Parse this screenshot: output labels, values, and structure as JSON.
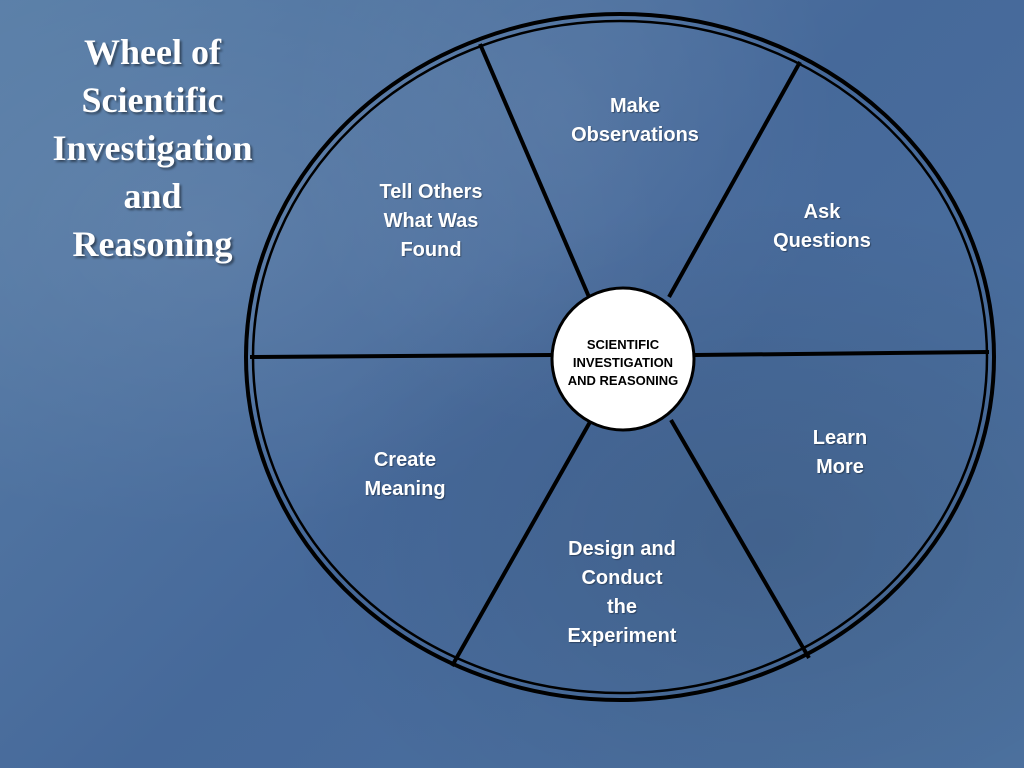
{
  "title": "Wheel of\nScientific\nInvestigation\nand\nReasoning",
  "hub": {
    "label": "SCIENTIFIC\nINVESTIGATION\nAND REASONING"
  },
  "segments": [
    {
      "label": "Make\nObservations"
    },
    {
      "label": "Ask\nQuestions"
    },
    {
      "label": "Learn\nMore"
    },
    {
      "label": "Design and\nConduct\nthe\nExperiment"
    },
    {
      "label": "Create\nMeaning"
    },
    {
      "label": "Tell Others\nWhat Was\nFound"
    }
  ],
  "colors": {
    "background": "#4a6f9a",
    "wheel_stroke": "#000000",
    "hub_fill": "#ffffff",
    "label_text": "#ffffff",
    "hub_text": "#000000"
  }
}
